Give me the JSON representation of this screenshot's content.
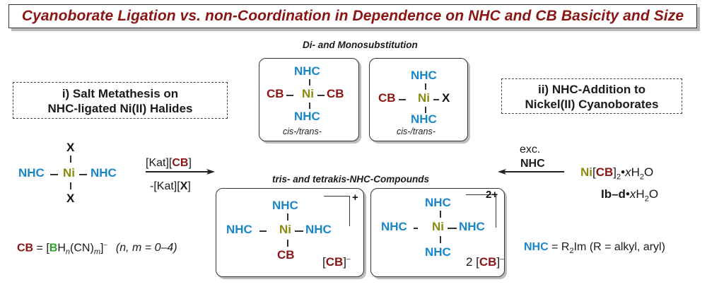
{
  "title": "Cyanoborate Ligation vs. non-Coordination in Dependence on NHC and CB Basicity and Size",
  "routes": {
    "route1": [
      "i) Salt Metathesis on",
      "NHC-ligated Ni(II) Halides"
    ],
    "route2": [
      "ii) NHC-Addition to",
      "Nickel(II) Cyanoborates"
    ]
  },
  "sections": {
    "top": "Di- and Monosubstitution",
    "bottom": "tris- and tetrakis-NHC-Compounds"
  },
  "labels": {
    "NHC": "NHC",
    "Ni": "Ni",
    "CB": "CB",
    "X": "X",
    "isomers": "cis-/trans-",
    "plus": "+",
    "two_plus": "2+",
    "minus": "–",
    "lbr": "[",
    "rbr": "]",
    "two": "2 ["
  },
  "reaction1": {
    "reagent_top_a": "[Kat][",
    "reagent_top_b": "CB",
    "reagent_top_c": "]",
    "reagent_bottom_a": "-[Kat][",
    "reagent_bottom_b": "X",
    "reagent_bottom_c": "]"
  },
  "reaction2": {
    "reagent_top": "exc.",
    "reagent_bottom": "NHC",
    "start_ni": "Ni",
    "start_cb": "CB",
    "start_rest_a": "]",
    "start_sub": "2",
    "start_rest_b": "•",
    "start_x": "x",
    "start_h": "H",
    "start_h_sub": "2",
    "start_o": "O",
    "start_code_a": "Ib–d",
    "start_code_b": "•",
    "start_code_x": "x",
    "start_code_h": "H",
    "start_code_sub": "2",
    "start_code_o": "O"
  },
  "legend": {
    "cb_def": {
      "cb": "CB",
      "eq": " = [",
      "b": "B",
      "h": "H",
      "n": "n",
      "cn": "(CN)",
      "m": "m",
      "close": "]",
      "minus": "–",
      "range": "(n, m = 0–4)"
    },
    "nhc_def": {
      "nhc": "NHC",
      "eq": " = R",
      "sub": "2",
      "rest": "Im (R = alkyl, aryl)"
    }
  }
}
